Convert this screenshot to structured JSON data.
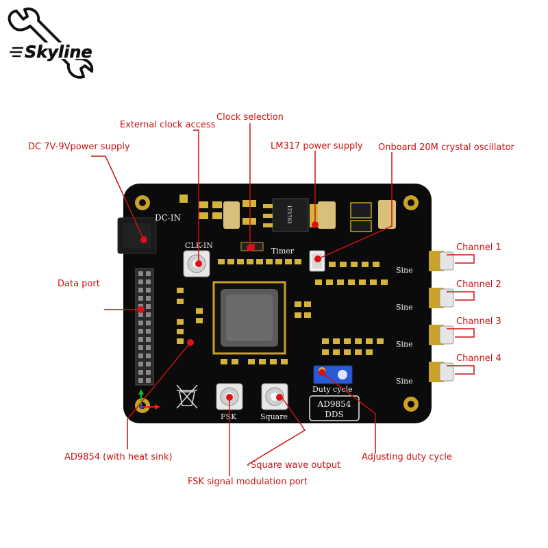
{
  "brand": {
    "logo_text": "Skyline"
  },
  "colors": {
    "label": "#cc1111",
    "pcb": "#0b0b0b",
    "gold": "#c9a227",
    "dot": "#dd1111"
  },
  "board": {
    "silkscreen": {
      "dc_in": "DC-IN",
      "clk_in": "CLK-IN",
      "timer": "Timer",
      "sine": "Sine",
      "fsk": "FSK",
      "square": "Square",
      "duty_cycle": "Duty cycle",
      "chip_name": "AD9854",
      "chip_sub": "DDS",
      "regulator": "LT1763"
    }
  },
  "callouts": {
    "external_clock": "External clock access",
    "clock_selection": "Clock selection",
    "dc_power": "DC 7V-9Vpower supply",
    "lm317": "LM317 power supply",
    "crystal": "Onboard 20M crystal oscillator",
    "data_port": "Data port",
    "channel_1": "Channel 1",
    "channel_2": "Channel 2",
    "channel_3": "Channel 3",
    "channel_4": "Channel 4",
    "ad9854": "AD9854 (with heat sink)",
    "square_output": "Square wave output",
    "duty_adjust": "Adjusting duty cycle",
    "fsk_port": "FSK signal modulation port"
  }
}
